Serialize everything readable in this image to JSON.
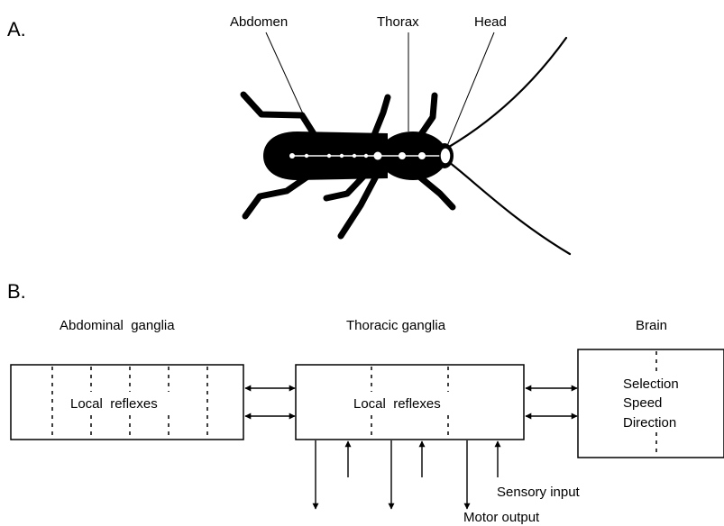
{
  "panel_a": {
    "label": "A.",
    "labels": {
      "abdomen": "Abdomen",
      "thorax": "Thorax",
      "head": "Head"
    }
  },
  "panel_b": {
    "label": "B.",
    "sections": {
      "abdominal": {
        "title": "Abdominal  ganglia",
        "content": "Local  reflexes"
      },
      "thoracic": {
        "title": "Thoracic ganglia",
        "content": "Local  reflexes"
      },
      "brain": {
        "title": "Brain",
        "lines": [
          "Selection",
          "Speed",
          "Direction"
        ]
      }
    },
    "io_labels": {
      "sensory": "Sensory input",
      "motor": "Motor output"
    }
  }
}
